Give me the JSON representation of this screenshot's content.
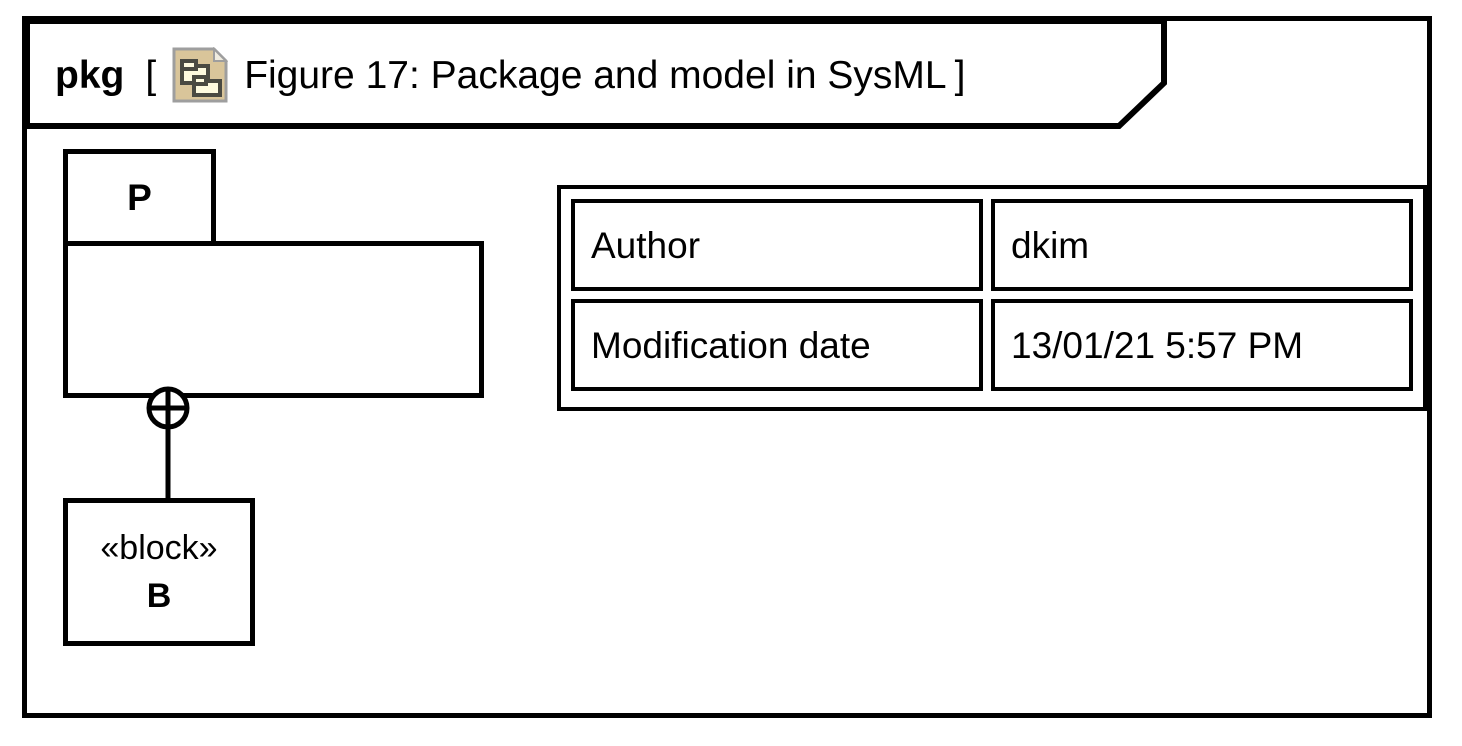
{
  "diagram": {
    "kind_label": "pkg",
    "bracket_open": "[",
    "bracket_close": "]",
    "icon_name": "package-model-icon",
    "title": "Figure 17: Package and model in SysML",
    "frame_color": "#000000",
    "background_color": "#ffffff"
  },
  "icon": {
    "page_fill": "#d9c59a",
    "page_border": "#9e9e9e",
    "folder_fill": "#fdfadf",
    "folder_border": "#4a4a42",
    "fold_fill": "#f0ece0"
  },
  "package": {
    "name": "P",
    "stereotype": ""
  },
  "connector": {
    "type": "containment",
    "symbol_name": "circle-plus-icon"
  },
  "block": {
    "stereotype": "«block»",
    "name": "B"
  },
  "properties_table": {
    "rows": [
      {
        "key": "Author",
        "value": "dkim"
      },
      {
        "key": "Modification date",
        "value": "13/01/21 5:57 PM"
      }
    ]
  }
}
